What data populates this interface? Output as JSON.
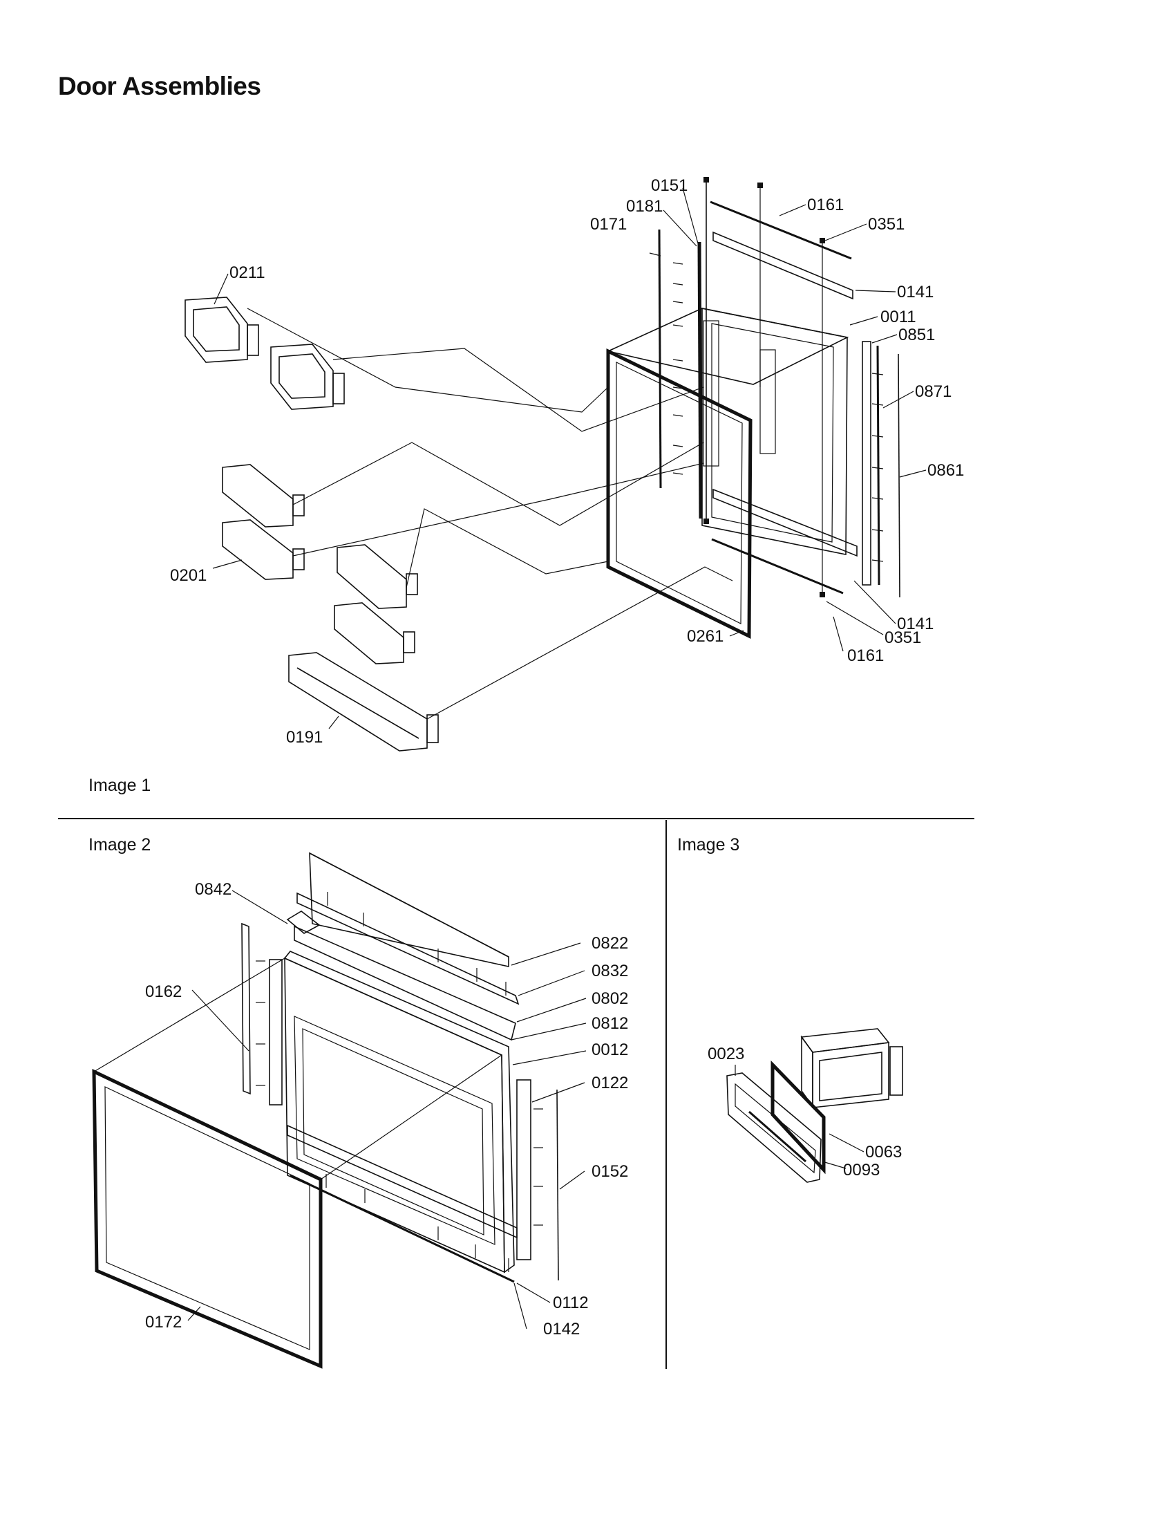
{
  "page": {
    "title": "Door Assemblies"
  },
  "images": {
    "image1_label": "Image 1",
    "image2_label": "Image 2",
    "image3_label": "Image 3"
  },
  "image1_parts": {
    "p0151": "0151",
    "p0181": "0181",
    "p0161_top": "0161",
    "p0351_top": "0351",
    "p0171": "0171",
    "p0211": "0211",
    "p0141_top": "0141",
    "p0011": "0011",
    "p0851": "0851",
    "p0871": "0871",
    "p0861": "0861",
    "p0201": "0201",
    "p0141_bottom": "0141",
    "p0351_bottom": "0351",
    "p0261": "0261",
    "p0161_bottom": "0161",
    "p0191": "0191"
  },
  "image2_parts": {
    "p0842": "0842",
    "p0822": "0822",
    "p0832": "0832",
    "p0802": "0802",
    "p0812": "0812",
    "p0162": "0162",
    "p0012": "0012",
    "p0122": "0122",
    "p0152": "0152",
    "p0112": "0112",
    "p0142": "0142",
    "p0172": "0172"
  },
  "image3_parts": {
    "p0023": "0023",
    "p0063": "0063",
    "p0093": "0093"
  }
}
